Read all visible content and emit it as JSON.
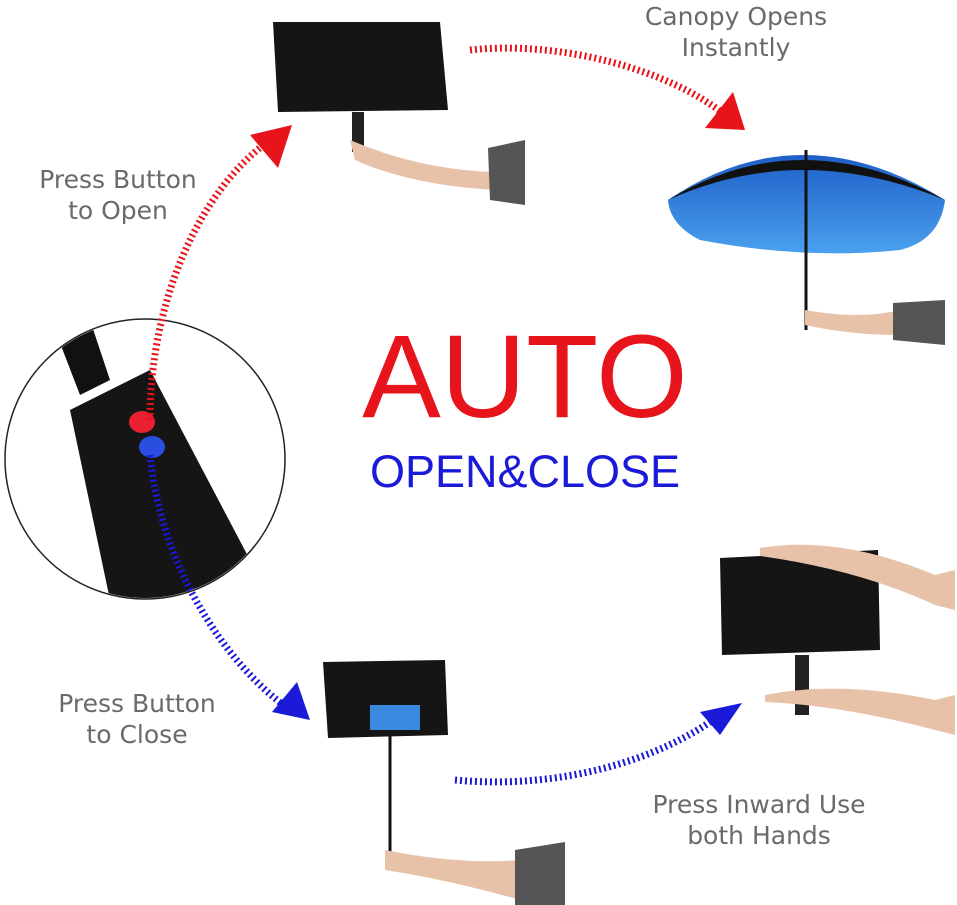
{
  "labels": {
    "canopy": [
      "Canopy Opens",
      "Instantly"
    ],
    "press_open": [
      "Press Button",
      "to Open"
    ],
    "press_close": [
      "Press Button",
      "to Close"
    ],
    "press_inward": [
      "Press Inward Use",
      "both Hands"
    ]
  },
  "headline": {
    "title": "AUTO",
    "subtitle": "OPEN&CLOSE"
  },
  "colors": {
    "open_arrow": "#e8141b",
    "close_arrow": "#1a1ad8",
    "label": "#6a6a6a"
  }
}
